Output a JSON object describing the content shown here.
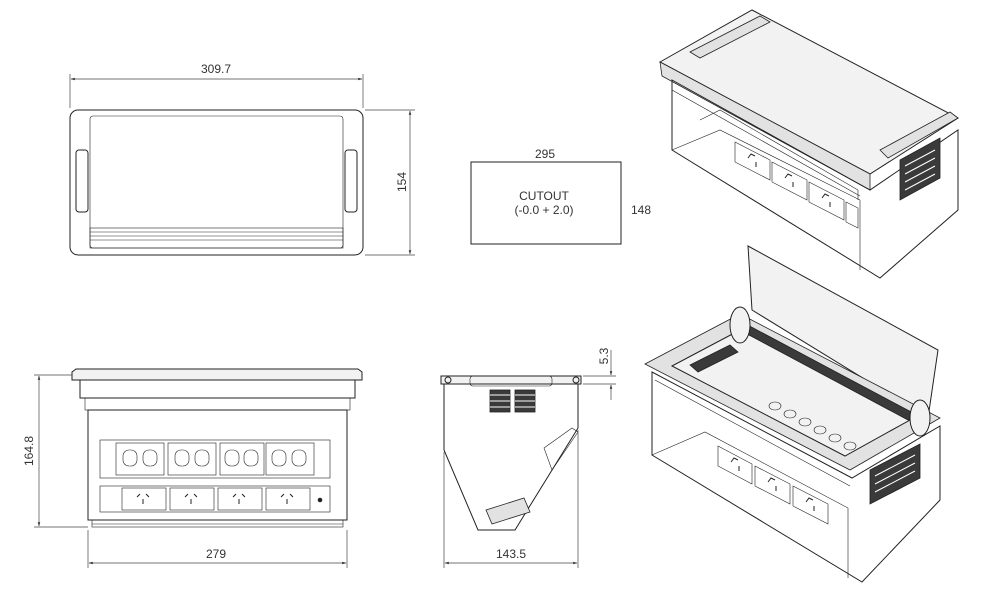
{
  "dimensions": {
    "top_width": "309.7",
    "top_height": "154",
    "cutout_width": "295",
    "cutout_height": "148",
    "front_height": "164.8",
    "front_width": "279",
    "side_lip": "5.3",
    "side_depth": "143.5"
  },
  "cutout": {
    "title": "CUTOUT",
    "tolerance": "(-0.0 + 2.0)"
  }
}
